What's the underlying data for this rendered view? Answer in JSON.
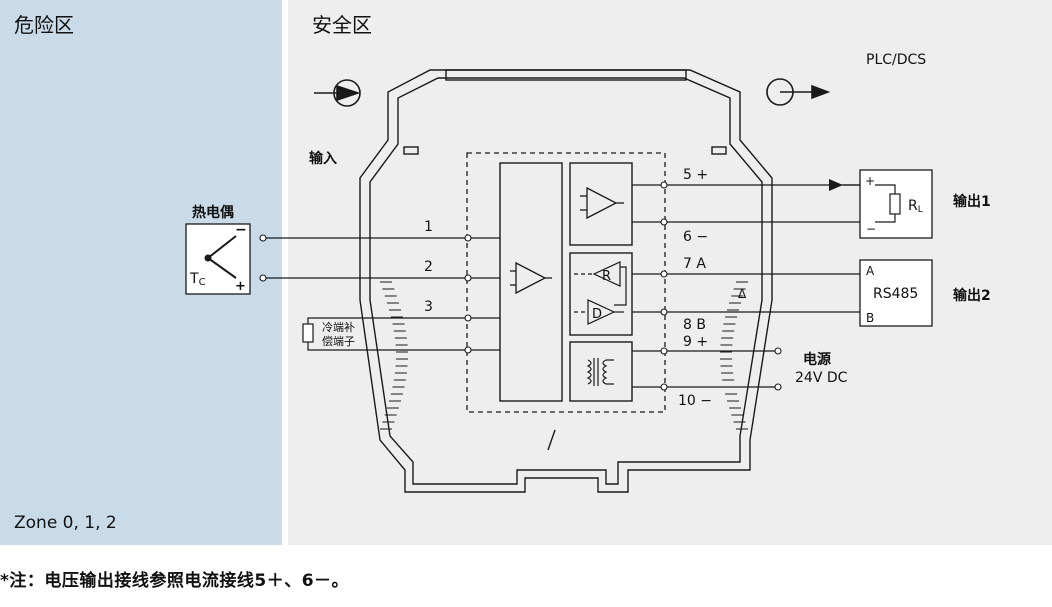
{
  "colors": {
    "hazard_zone_fill": "#c9dbe8",
    "safe_zone_fill": "#eeeeee",
    "line": "#1a1a1a"
  },
  "zones": {
    "hazard_label": "危险区",
    "safe_label": "安全区",
    "zone_rating": "Zone  0, 1, 2"
  },
  "labels": {
    "plc_dcs": "PLC/DCS",
    "input": "输入",
    "thermocouple": "热电偶",
    "tc_symbol": "T",
    "tc_subscript": "C",
    "tc_minus": "−",
    "tc_plus": "+",
    "cjc_line1": "冷端补",
    "cjc_line2": "偿端子",
    "output1": "输出1",
    "output2": "输出2",
    "rl_symbol": "R",
    "rl_subscript": "L",
    "rl_plus": "+",
    "rl_minus": "−",
    "rs485": "RS485",
    "rs485_a": "A",
    "rs485_b": "B",
    "power_title": "电源",
    "power_spec": "24V DC",
    "relay_r": "R",
    "relay_d": "D",
    "delta": "Δ"
  },
  "terminals": {
    "t1": "1",
    "t2": "2",
    "t3": "3",
    "t5": "5 +",
    "t6": "6 −",
    "t7": "7 A",
    "t8": "8 B",
    "t9": "9 +",
    "t10": "10 −"
  },
  "note": "*注：电压输出接线参照电流接线5＋、6－。",
  "icons": {
    "input_arrow": "circle-arrow-in-icon",
    "output_arrow": "circle-arrow-out-icon"
  }
}
